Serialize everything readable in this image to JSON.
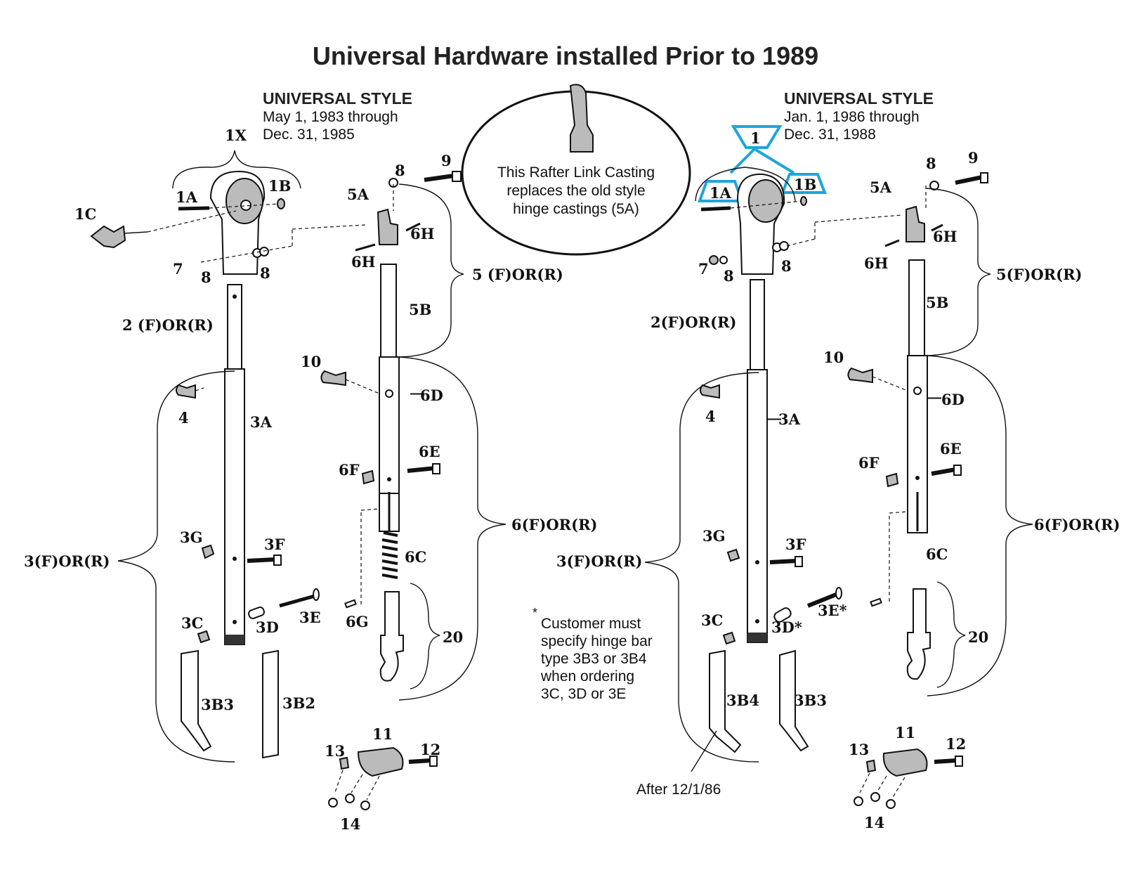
{
  "title": "Universal Hardware installed Prior to 1989",
  "left_panel": {
    "style_title": "UNIVERSAL STYLE",
    "date_line1": "May 1, 1983  through",
    "date_line2": "Dec.  31, 1985",
    "labels": {
      "l1X": "1X",
      "l1A": "1A",
      "l1B": "1B",
      "l1C": "1C",
      "l7": "7",
      "l8a": "8",
      "l8b": "8",
      "l2": "2 (F)OR(R)",
      "l4": "4",
      "l3A": "3A",
      "l3G": "3G",
      "l3F": "3F",
      "l3": "3(F)OR(R)",
      "l3C": "3C",
      "l3D": "3D",
      "l3E": "3E",
      "l3B3": "3B3",
      "l3B2": "3B2",
      "l5A": "5A",
      "l8c": "8",
      "l9": "9",
      "l6Ha": "6H",
      "l6Hb": "6H",
      "l5": "5 (F)OR(R)",
      "l5B": "5B",
      "l10": "10",
      "l6D": "6D",
      "l6E": "6E",
      "l6F": "6F",
      "l6": "6(F)OR(R)",
      "l6C": "6C",
      "l6G": "6G",
      "l20": "20",
      "l11": "11",
      "l12": "12",
      "l13": "13",
      "l14": "14"
    }
  },
  "right_panel": {
    "style_title": "UNIVERSAL STYLE",
    "date_line1": "Jan. 1, 1986  through",
    "date_line2": "Dec.  31, 1988",
    "labels": {
      "l1": "1",
      "l1A": "1A",
      "l1B": "1B",
      "l7": "7",
      "l8a": "8",
      "l8b": "8",
      "l2": "2(F)OR(R)",
      "l4": "4",
      "l3A": "3A",
      "l3G": "3G",
      "l3F": "3F",
      "l3": "3(F)OR(R)",
      "l3C": "3C",
      "l3D": "3D*",
      "l3E": "3E*",
      "l3B4": "3B4",
      "l3B3": "3B3",
      "l5A": "5A",
      "l8c": "8",
      "l9": "9",
      "l6Ha": "6H",
      "l6Hb": "6H",
      "l5": "5(F)OR(R)",
      "l5B": "5B",
      "l10": "10",
      "l6D": "6D",
      "l6E": "6E",
      "l6F": "6F",
      "l6": "6(F)OR(R)",
      "l6C": "6C",
      "l20": "20",
      "l11": "11",
      "l12": "12",
      "l13": "13",
      "l14": "14"
    },
    "after_note": "After 12/1/86"
  },
  "callout": {
    "line1": "This Rafter Link Casting",
    "line2": "replaces the old style",
    "line3": "hinge castings (5A)"
  },
  "note": {
    "star": "*",
    "line1": "Customer must",
    "line2": "specify hinge bar",
    "line3": "type 3B3 or 3B4",
    "line4": "when ordering",
    "line5": " 3C, 3D or 3E"
  },
  "colors": {
    "highlight": "#1ea6d8",
    "ink": "#111111"
  }
}
